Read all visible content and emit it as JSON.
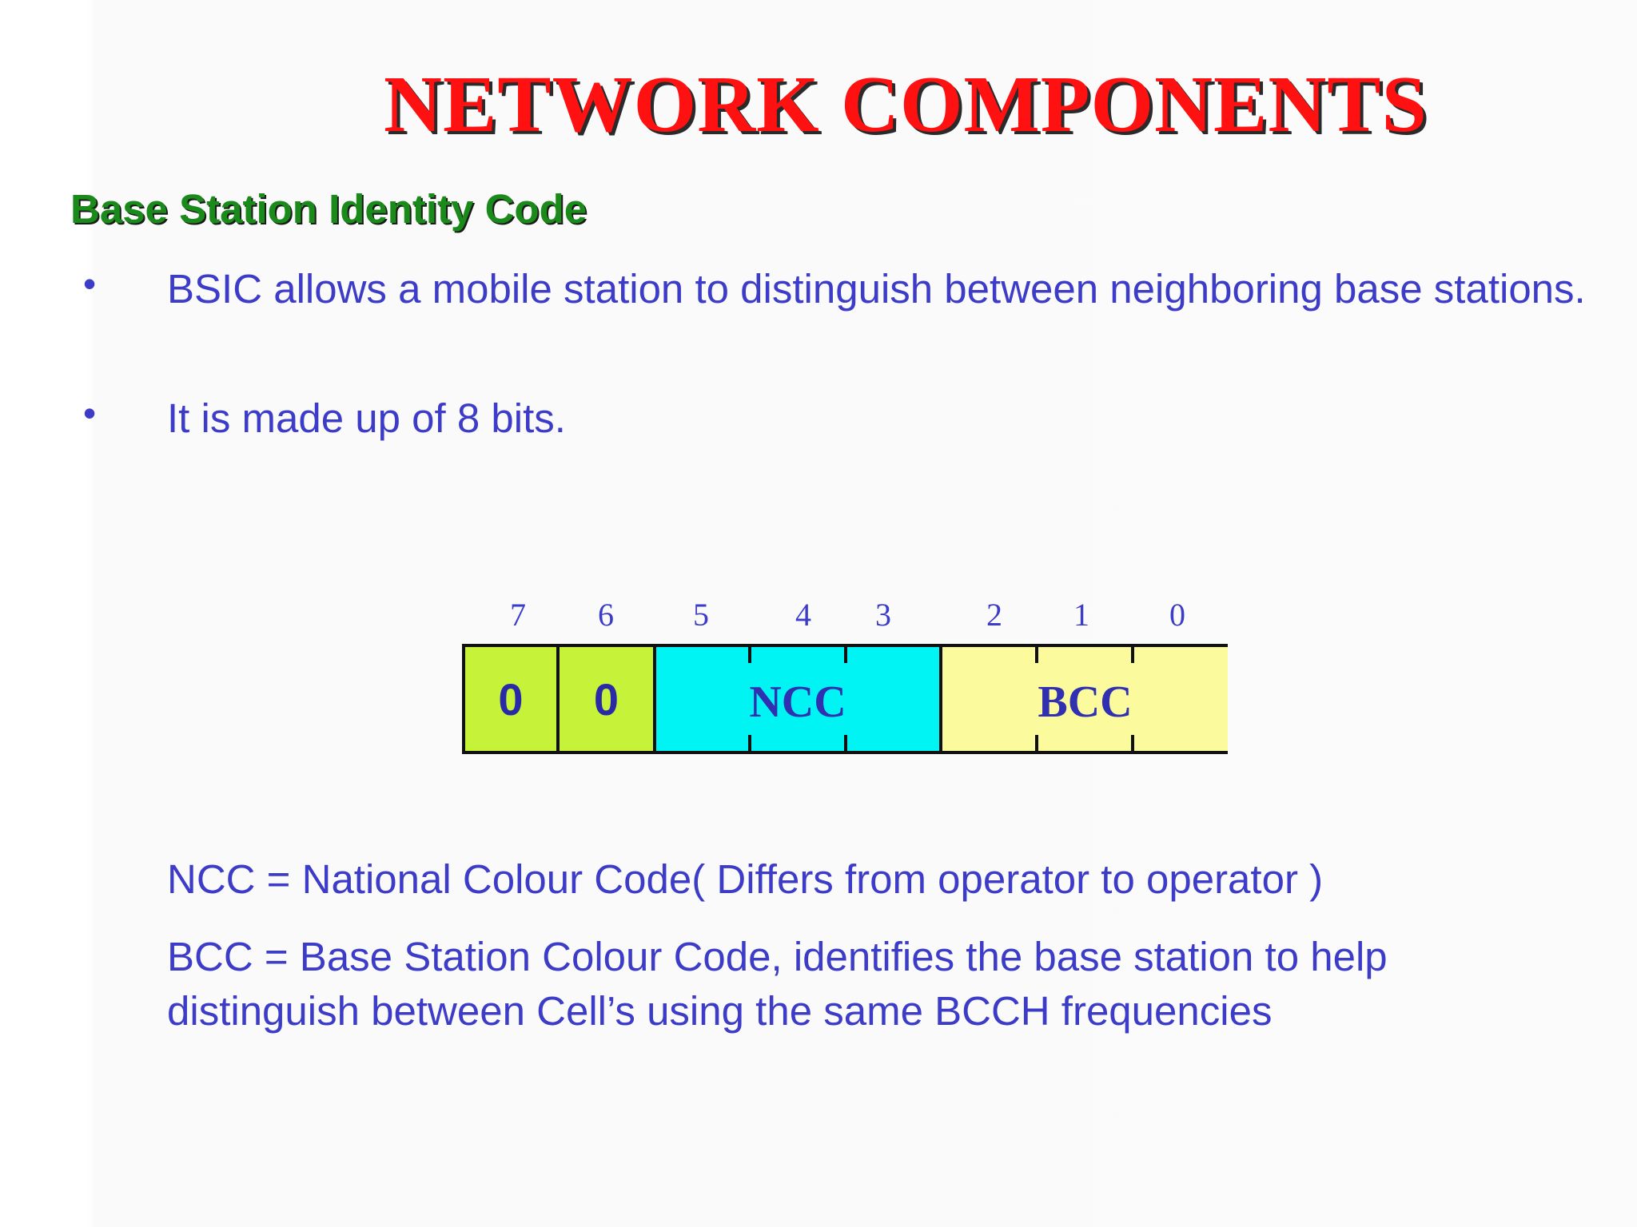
{
  "slide": {
    "title": "NETWORK COMPONENTS",
    "subtitle": "Base Station Identity Code",
    "bullets": [
      "BSIC allows a mobile station to distinguish between neighboring base stations.",
      "It is made up of 8 bits."
    ],
    "bullet_glyph": "•"
  },
  "diagram": {
    "bit_numbers": [
      "7",
      "6",
      "5",
      "4",
      "3",
      "2",
      "1",
      "0"
    ],
    "fixed_bits": [
      "0",
      "0"
    ],
    "fields": [
      {
        "label": "NCC",
        "bits": "5-3",
        "color": "#00f4f4"
      },
      {
        "label": "BCC",
        "bits": "2-0",
        "color": "#fbfb9e"
      }
    ],
    "fixed_bit_color": "#c7f23a"
  },
  "definitions": [
    "NCC = National Colour Code( Differs from operator to operator )",
    "BCC = Base Station Colour Code, identifies the base station to help distinguish between Cell’s using the same BCCH frequencies"
  ],
  "colors": {
    "title": "#ff1111",
    "subtitle": "#1a8a1a",
    "body_text": "#3c3cc8"
  }
}
